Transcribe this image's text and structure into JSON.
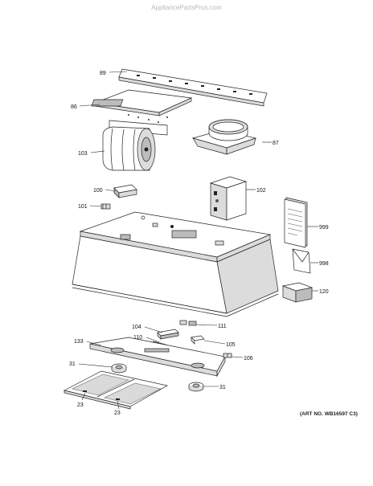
{
  "watermark": "AppliancePartsPros.com",
  "art_number": "(ART NO. WB16597 C3)",
  "callouts": {
    "c89": "89",
    "c86": "86",
    "c87": "87",
    "c103": "103",
    "c100": "100",
    "c102": "102",
    "c101": "101",
    "c999": "999",
    "c998": "998",
    "c120": "120",
    "c104": "104",
    "c111": "111",
    "c110": "110",
    "c105": "105",
    "c133": "133",
    "c106": "106",
    "c31a": "31",
    "c31b": "31",
    "c23a": "23",
    "c23b": "23"
  }
}
